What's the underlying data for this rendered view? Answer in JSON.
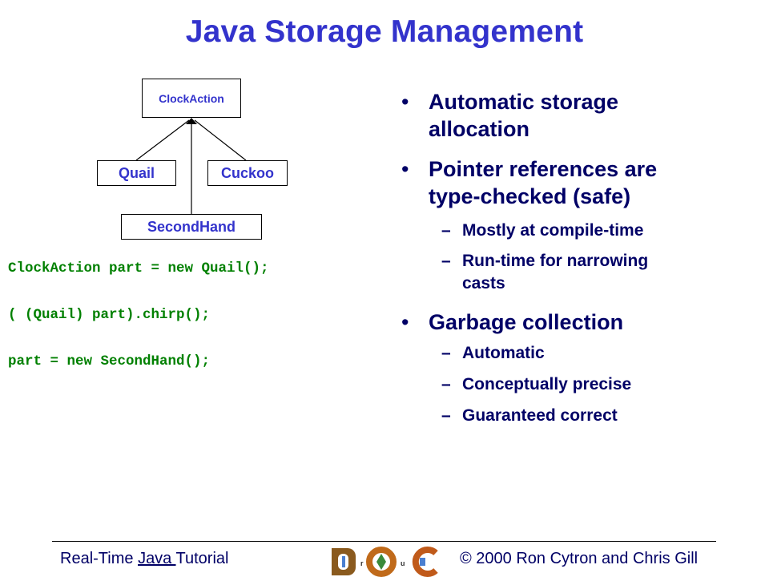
{
  "slide": {
    "title": "Java Storage Management"
  },
  "diagram": {
    "parent": "ClockAction",
    "children": [
      "Quail",
      "Cuckoo",
      "SecondHand"
    ]
  },
  "code": [
    "ClockAction part = new Quail();",
    "( (Quail) part).chirp();",
    "part = new SecondHand();"
  ],
  "bullets": [
    {
      "text": "Automatic storage allocation",
      "lines": [
        "Automatic storage",
        "allocation"
      ]
    },
    {
      "text": "Pointer references are type-checked (safe)",
      "lines": [
        "Pointer references are",
        "type-checked (safe)"
      ],
      "sub": [
        {
          "lines": [
            "Mostly at compile-time"
          ]
        },
        {
          "lines": [
            "Run-time for narrowing",
            "casts"
          ]
        }
      ]
    },
    {
      "text": "Garbage collection",
      "lines": [
        "Garbage collection"
      ],
      "sub": [
        {
          "lines": [
            "Automatic"
          ]
        },
        {
          "lines": [
            "Conceptually precise"
          ]
        },
        {
          "lines": [
            "Guaranteed correct"
          ]
        }
      ]
    }
  ],
  "footer": {
    "left_prefix": "Real-Time ",
    "left_link": "Java ",
    "left_suffix": "Tutorial",
    "right": "© 2000 Ron Cytron and Chris Gill",
    "logo_letters": [
      "D",
      "r",
      "O",
      "u",
      "C"
    ]
  },
  "colors": {
    "title": "#3333cc",
    "text": "#000066",
    "code": "#008000"
  }
}
